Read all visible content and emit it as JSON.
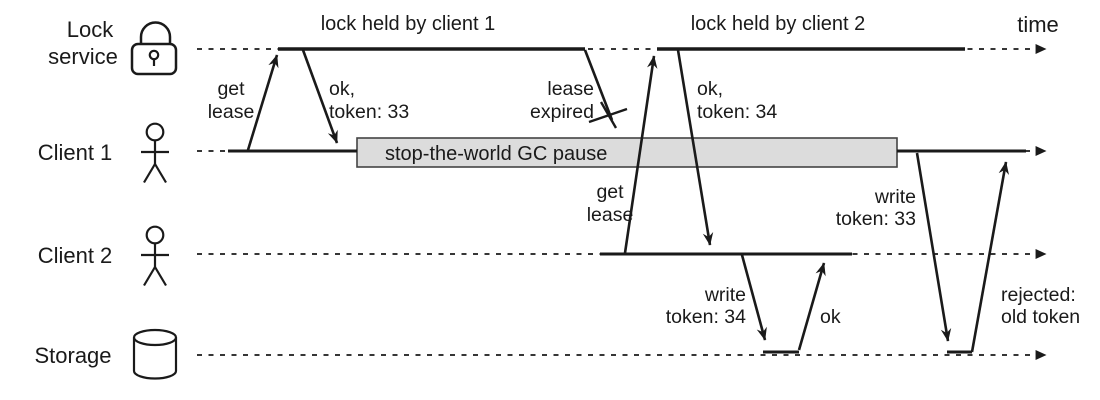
{
  "diagram": {
    "time_label": "time",
    "lanes": {
      "lock_service": {
        "label_line1": "Lock",
        "label_line2": "service",
        "icon": "padlock-icon"
      },
      "client1": {
        "label": "Client 1",
        "icon": "person-icon"
      },
      "client2": {
        "label": "Client 2",
        "icon": "person-icon"
      },
      "storage": {
        "label": "Storage",
        "icon": "database-icon"
      }
    },
    "lock_bars": {
      "bar1": "lock held by client 1",
      "bar2": "lock held by client 2"
    },
    "gc_pause": "stop-the-world GC pause",
    "messages": {
      "get_lease1": {
        "line1": "get",
        "line2": "lease"
      },
      "ok_token33": {
        "line1": "ok,",
        "line2": "token: 33"
      },
      "lease_expired": {
        "line1": "lease",
        "line2": "expired"
      },
      "get_lease2": {
        "line1": "get",
        "line2": "lease"
      },
      "ok_token34": {
        "line1": "ok,",
        "line2": "token: 34"
      },
      "write_token34": {
        "line1": "write",
        "line2": "token: 34"
      },
      "ok_write": {
        "line1": "ok"
      },
      "write_token33": {
        "line1": "write",
        "line2": "token: 33"
      },
      "rejected": {
        "line1": "rejected:",
        "line2": "old token"
      }
    },
    "colors": {
      "ink": "#1a1a1a",
      "gc_fill": "#dcdcdc",
      "gc_border": "#444444",
      "background": "#ffffff"
    }
  }
}
